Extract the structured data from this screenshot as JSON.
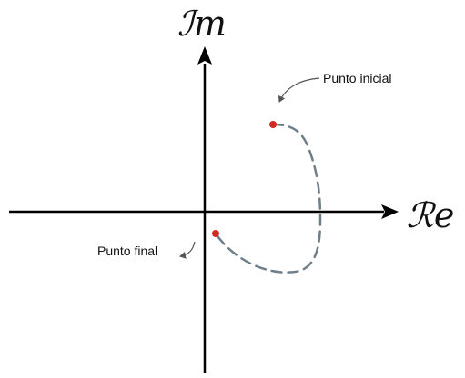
{
  "axes": {
    "imaginary_label": "ℐm",
    "real_label": "ℛe"
  },
  "annotations": {
    "start_label": "Punto inicial",
    "end_label": "Punto final"
  },
  "colors": {
    "axis": "#000000",
    "curve": "#6f7f8a",
    "points": "#d42a24",
    "leader": "#555555"
  }
}
